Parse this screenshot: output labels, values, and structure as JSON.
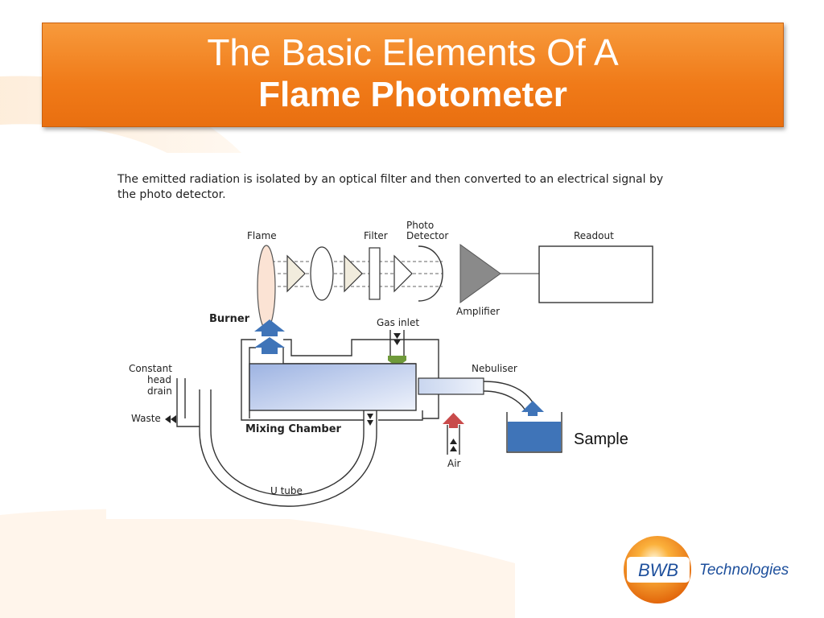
{
  "slide": {
    "title_line1": "The Basic Elements Of A",
    "title_line2": "Flame Photometer",
    "caption": "The emitted radiation is isolated by an optical filter and then converted to an electrical signal by the photo detector.",
    "sample_label": "Sample"
  },
  "diagram": {
    "labels": {
      "flame": "Flame",
      "filter": "Filter",
      "photo": "Photo",
      "detector": "Detector",
      "readout": "Readout",
      "amplifier": "Amplifier",
      "burner": "Burner",
      "gas_inlet": "Gas inlet",
      "constant": "Constant",
      "head": "head",
      "drain": "drain",
      "waste": "Waste",
      "nebuliser": "Nebuliser",
      "mixing_chamber": "Mixing Chamber",
      "air": "Air",
      "u_tube": "U tube"
    },
    "colors": {
      "flame_fill": "#fbe3d4",
      "chamber_fill": "#b7c9ec",
      "sample_fill": "#3f74b8",
      "arrow_blue": "#3f74b8",
      "arrow_red": "#c84a4a",
      "arrow_green": "#6f9a3a",
      "amplifier_fill": "#8a8a8a"
    }
  },
  "logo": {
    "badge": "BWB",
    "text": "Technologies"
  }
}
